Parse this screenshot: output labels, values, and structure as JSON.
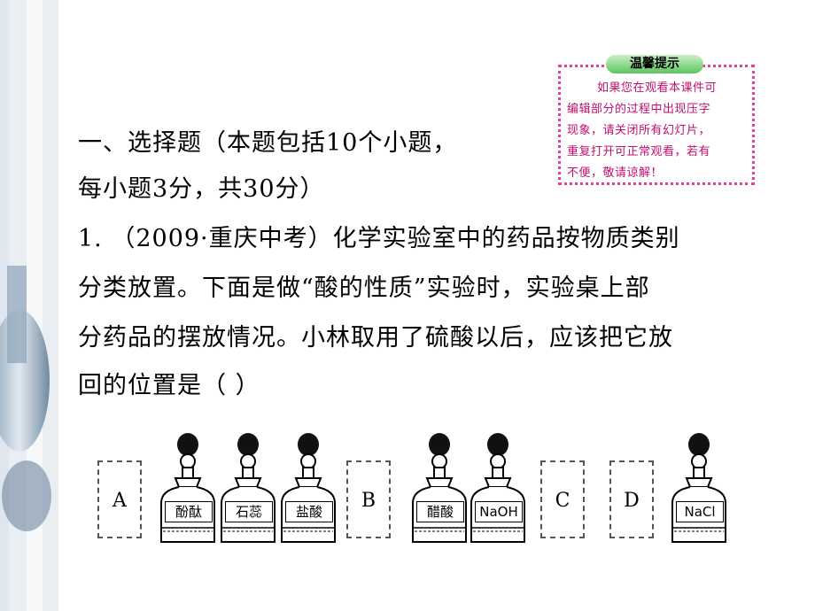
{
  "tip": {
    "title": "温馨提示",
    "line1": "如果您在观看本课件可",
    "line2": "编辑部分的过程中出现压字",
    "line3": "现象，请关闭所有幻灯片，",
    "line4": "重复打开可正常观看，若有",
    "line5": "不便，敬请谅解！"
  },
  "section": {
    "line1": "一、选择题（本题包括10个小题，",
    "line2": "每小题3分，共30分）"
  },
  "question": {
    "line1": "1. （2009·重庆中考）化学实验室中的药品按物质类别",
    "line2": "分类放置。下面是做“酸的性质”实验时，实验桌上部",
    "line3": "分药品的摆放情况。小林取用了硫酸以后，应该把它放",
    "line4": "回的位置是（    ）"
  },
  "figure": {
    "slots": [
      "A",
      "B",
      "C",
      "D"
    ],
    "bottles": [
      "酚酞",
      "石蕊",
      "盐酸",
      "醋酸",
      "NaOH",
      "NaCl"
    ]
  }
}
